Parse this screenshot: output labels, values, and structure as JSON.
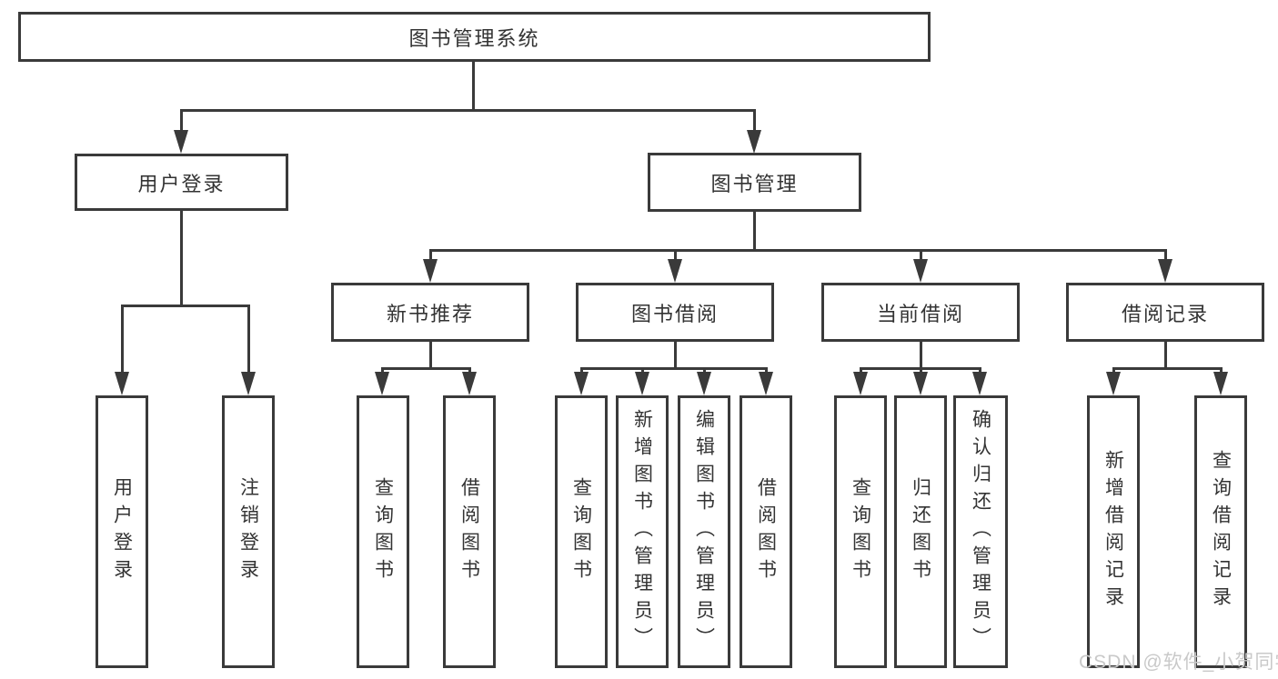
{
  "tree": {
    "root": {
      "label": "图书管理系统"
    },
    "level2": [
      {
        "label": "用户登录"
      },
      {
        "label": "图书管理"
      }
    ],
    "level3": [
      {
        "label": "新书推荐"
      },
      {
        "label": "图书借阅"
      },
      {
        "label": "当前借阅"
      },
      {
        "label": "借阅记录"
      }
    ],
    "leaves": {
      "user_login": [
        "用户登录",
        "注销登录"
      ],
      "new_book_recommend": [
        "查询图书",
        "借阅图书"
      ],
      "book_borrowing": [
        "查询图书",
        "新增图书（管理员）",
        "编辑图书（管理员）",
        "借阅图书"
      ],
      "current_borrowing": [
        "查询图书",
        "归还图书",
        "确认归还（管理员）"
      ],
      "borrow_records": [
        "新增借阅记录",
        "查询借阅记录"
      ]
    }
  },
  "watermark": {
    "text": "CSDN @软件_小贺同学"
  },
  "colors": {
    "line": "#3a3a3a",
    "text": "#333333",
    "background": "#ffffff",
    "watermark": "#c9c9c9"
  }
}
